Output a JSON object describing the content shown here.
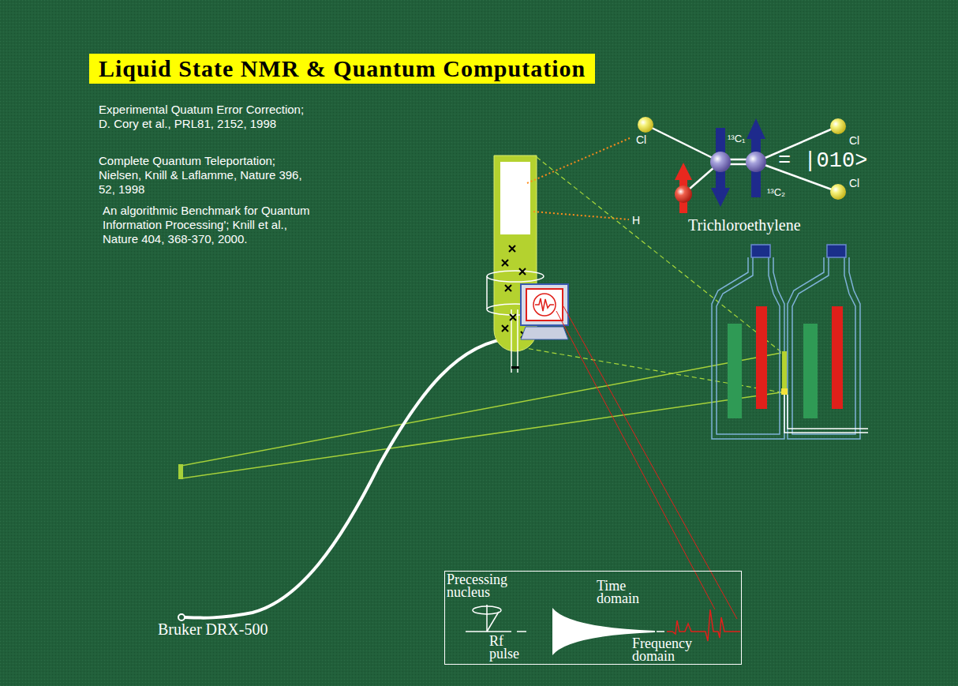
{
  "diagram": {
    "title": "Liquid State NMR & Quantum Computation",
    "nodes": [
      {
        "text": [
          "Precessing nucleus",
          "Time domain",
          "Rf pulse",
          "Frequency domain"
        ]
      }
    ],
    "labels": [
      "Experimental Quatum Error Correction; D. Cory et al., PRL81, 2152, 1998",
      "Complete Quantum Teleportation; Nielsen, Knill & Laflamme, Nature 396, 52, 1998",
      "An algorithmic Benchmark for Quantum Information Processing'; Knill et al., Nature 404, 368-370, 2000.",
      "Cl",
      "¹³C₁",
      "Cl",
      "= |010>",
      "¹³C₂",
      "Cl",
      "H",
      "Trichloroethylene",
      "Bruker DRX-500"
    ]
  }
}
